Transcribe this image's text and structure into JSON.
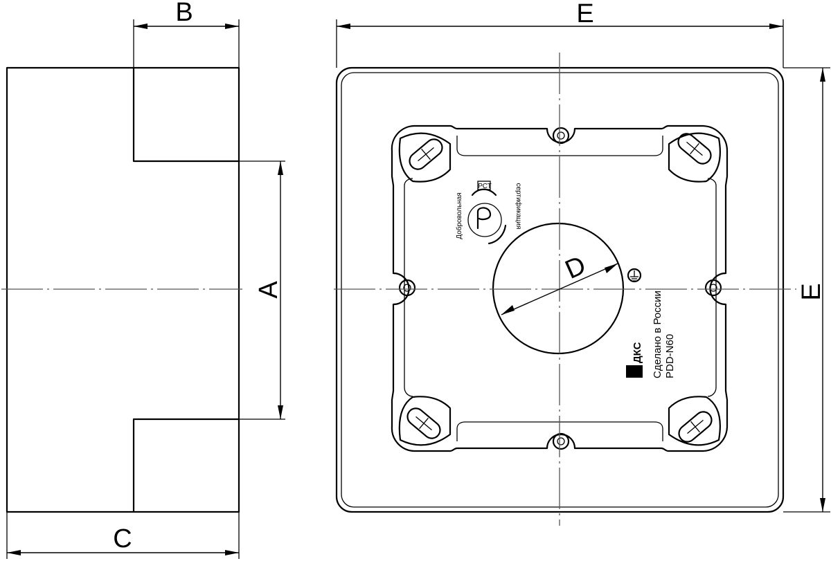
{
  "dimensions": {
    "a": "A",
    "b": "B",
    "c": "C",
    "d": "D",
    "e_width": "E",
    "e_height": "E"
  },
  "markings": {
    "brand": "ДКС",
    "made_in": "Сделано в России",
    "model": "PDD-N60",
    "cert_text_1": "Добровольная",
    "cert_text_2": "сертификация",
    "cert_logo": "РСТ"
  }
}
